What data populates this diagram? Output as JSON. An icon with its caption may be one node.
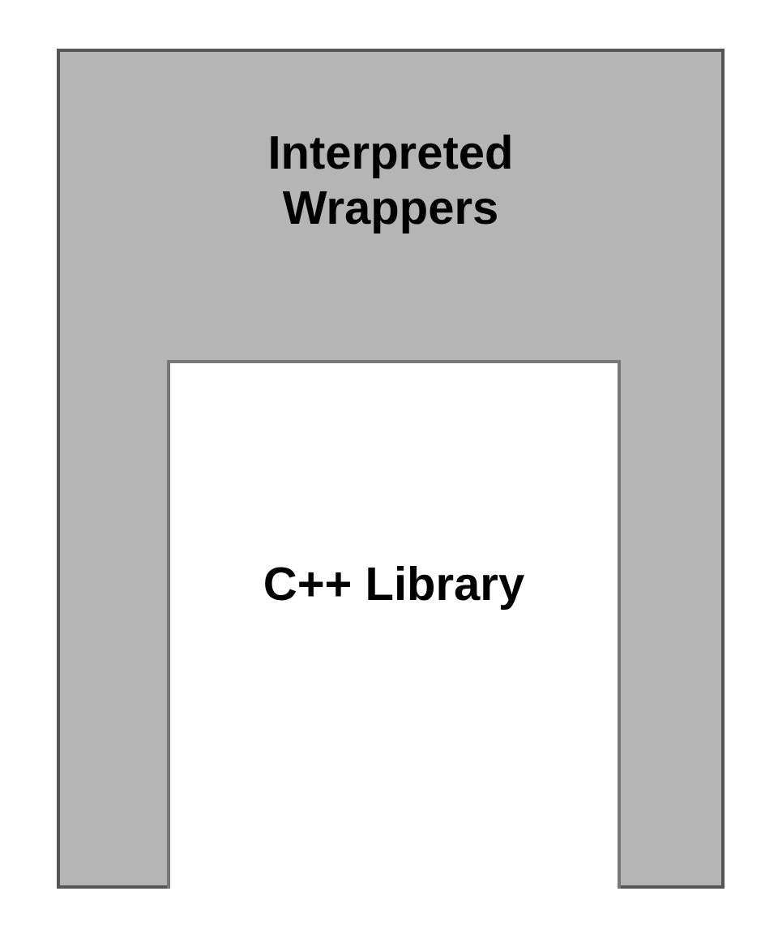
{
  "diagram": {
    "nodes": [
      {
        "text": [
          "Interpreted Wrappers"
        ]
      },
      {
        "text": [
          "C++ Library"
        ],
        "in": 0
      }
    ]
  }
}
